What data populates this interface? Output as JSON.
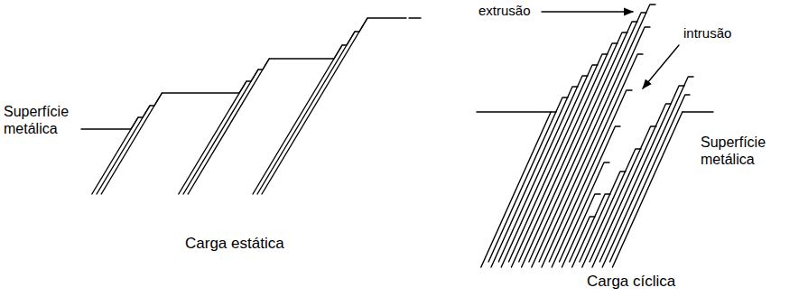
{
  "diagram": {
    "labels": [
      "extrusão",
      "intrusão",
      "Superfície metálica",
      "Superfície metálica",
      "Carga estática",
      "Carga cíclica"
    ]
  }
}
